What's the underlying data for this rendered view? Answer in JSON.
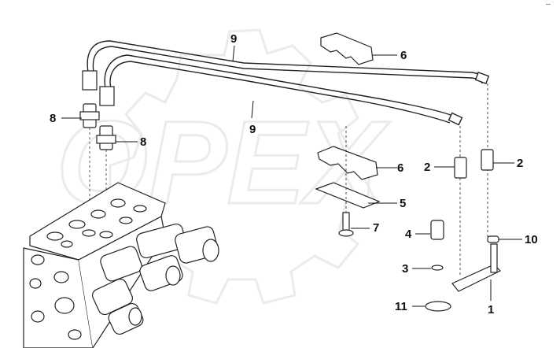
{
  "diagram": {
    "watermark": "OPEX",
    "corner_mark": "--",
    "callouts": {
      "c1": "1",
      "c2a": "2",
      "c2b": "2",
      "c3": "3",
      "c4": "4",
      "c5": "5",
      "c6a": "6",
      "c6b": "6",
      "c7": "7",
      "c8a": "8",
      "c8b": "8",
      "c9a": "9",
      "c9b": "9",
      "c10": "10",
      "c11": "11"
    }
  }
}
